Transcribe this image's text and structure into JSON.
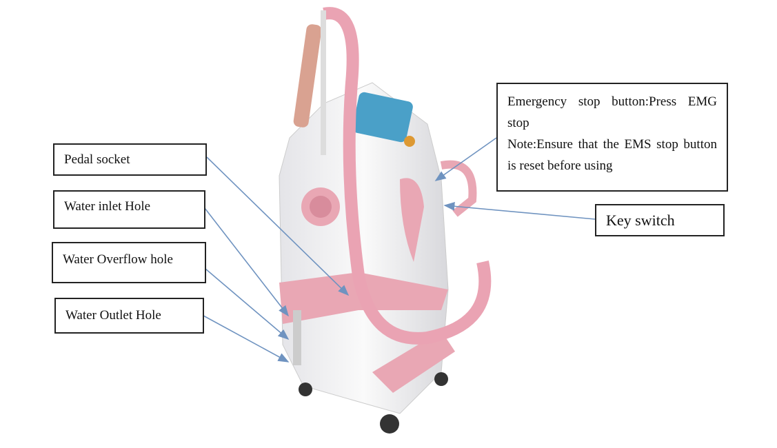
{
  "callouts": {
    "pedal_socket": "Pedal socket",
    "water_inlet": "Water inlet Hole",
    "water_overflow": "Water Overflow hole",
    "water_outlet": "Water Outlet Hole",
    "emergency_line1": "Emergency stop button:Press EMG stop",
    "emergency_line2": "Note:Ensure that the EMS stop button is reset before using",
    "key_switch": "Key switch"
  },
  "colors": {
    "arrow": "#6f93c0",
    "body_pink": "#e9a7b4",
    "body_white": "#f2f2f4"
  }
}
